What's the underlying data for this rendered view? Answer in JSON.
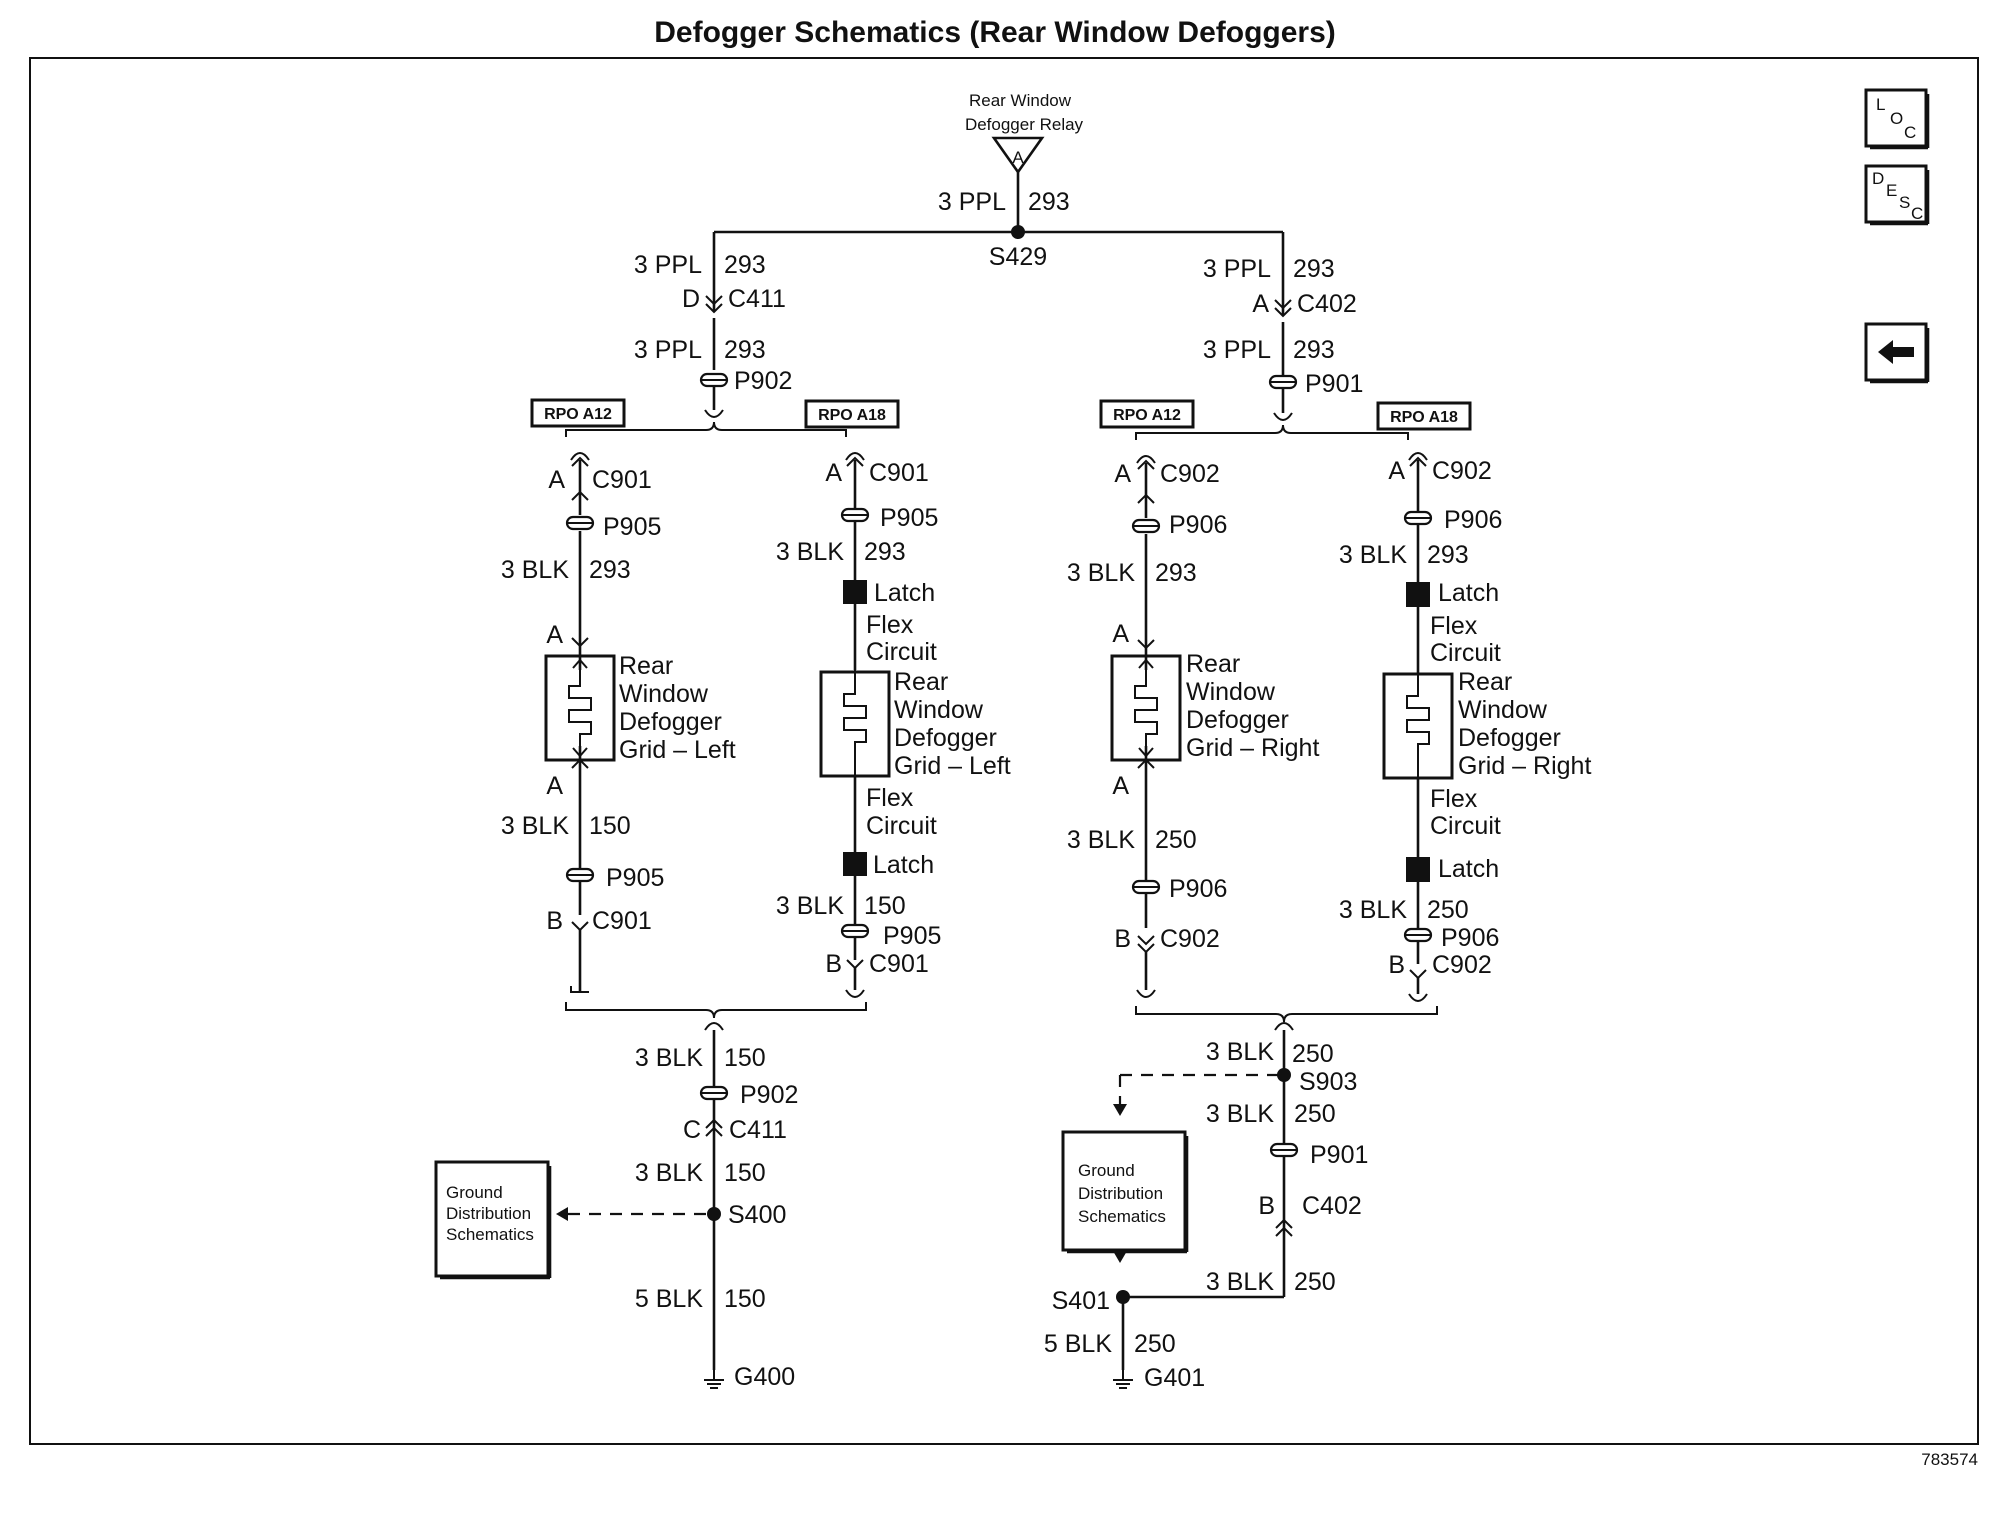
{
  "title": "Defogger Schematics (Rear Window Defoggers)",
  "figure_id": "783574",
  "nav": {
    "loc": [
      "L",
      "O",
      "C"
    ],
    "desc": [
      "D",
      "E",
      "S",
      "C"
    ]
  },
  "relay": {
    "line1": "Rear Window",
    "line2": "Defogger Relay",
    "pin": "A"
  },
  "wire_top": {
    "gauge": "3 PPL",
    "circuit": "293",
    "splice": "S429"
  },
  "left": {
    "w1": {
      "gauge": "3 PPL",
      "circuit": "293"
    },
    "c411_top": {
      "pin": "D",
      "conn": "C411"
    },
    "w2": {
      "gauge": "3 PPL",
      "circuit": "293"
    },
    "p902_top": "P902",
    "rpo_a": "RPO A12",
    "rpo_b": "RPO A18",
    "a": {
      "c_top": {
        "pin": "A",
        "conn": "C901"
      },
      "p_top": "P905",
      "w_top": {
        "gauge": "3 BLK",
        "circuit": "293"
      },
      "grid_pin_top": "A",
      "grid": [
        "Rear",
        "Window",
        "Defogger",
        "Grid – Left"
      ],
      "grid_pin_bot": "A",
      "w_bot": {
        "gauge": "3 BLK",
        "circuit": "150"
      },
      "p_bot": "P905",
      "c_bot": {
        "pin": "B",
        "conn": "C901"
      }
    },
    "b": {
      "c_top": {
        "pin": "A",
        "conn": "C901"
      },
      "p_top": "P905",
      "w_top": {
        "gauge": "3 BLK",
        "circuit": "293"
      },
      "latch_top": "Latch",
      "flex_top": [
        "Flex",
        "Circuit"
      ],
      "grid": [
        "Rear",
        "Window",
        "Defogger",
        "Grid – Left"
      ],
      "flex_bot": [
        "Flex",
        "Circuit"
      ],
      "latch_bot": "Latch",
      "w_bot": {
        "gauge": "3 BLK",
        "circuit": "150"
      },
      "p_bot": "P905",
      "c_bot": {
        "pin": "B",
        "conn": "C901"
      }
    },
    "w3": {
      "gauge": "3 BLK",
      "circuit": "150"
    },
    "p902_bot": "P902",
    "c411_bot": {
      "pin": "C",
      "conn": "C411"
    },
    "w4": {
      "gauge": "3 BLK",
      "circuit": "150"
    },
    "splice": "S400",
    "gd_box": [
      "Ground",
      "Distribution",
      "Schematics"
    ],
    "w5": {
      "gauge": "5 BLK",
      "circuit": "150"
    },
    "ground": "G400"
  },
  "right": {
    "w1": {
      "gauge": "3 PPL",
      "circuit": "293"
    },
    "c402_top": {
      "pin": "A",
      "conn": "C402"
    },
    "w2": {
      "gauge": "3 PPL",
      "circuit": "293"
    },
    "p901_top": "P901",
    "rpo_a": "RPO A12",
    "rpo_b": "RPO A18",
    "a": {
      "c_top": {
        "pin": "A",
        "conn": "C902"
      },
      "p_top": "P906",
      "w_top": {
        "gauge": "3 BLK",
        "circuit": "293"
      },
      "grid_pin_top": "A",
      "grid": [
        "Rear",
        "Window",
        "Defogger",
        "Grid – Right"
      ],
      "grid_pin_bot": "A",
      "w_bot": {
        "gauge": "3 BLK",
        "circuit": "250"
      },
      "p_bot": "P906",
      "c_bot": {
        "pin": "B",
        "conn": "C902"
      }
    },
    "b": {
      "c_top": {
        "pin": "A",
        "conn": "C902"
      },
      "p_top": "P906",
      "w_top": {
        "gauge": "3 BLK",
        "circuit": "293"
      },
      "latch_top": "Latch",
      "flex_top": [
        "Flex",
        "Circuit"
      ],
      "grid": [
        "Rear",
        "Window",
        "Defogger",
        "Grid – Right"
      ],
      "flex_bot": [
        "Flex",
        "Circuit"
      ],
      "latch_bot": "Latch",
      "w_bot": {
        "gauge": "3 BLK",
        "circuit": "250"
      },
      "p_bot": "P906",
      "c_bot": {
        "pin": "B",
        "conn": "C902"
      }
    },
    "w3": {
      "gauge": "3 BLK",
      "circuit": "250"
    },
    "splice_a": "S903",
    "w4": {
      "gauge": "3 BLK",
      "circuit": "250"
    },
    "p901_bot": "P901",
    "c402_bot": {
      "pin": "B",
      "conn": "C402"
    },
    "w5": {
      "gauge": "3 BLK",
      "circuit": "250"
    },
    "gd_box": [
      "Ground",
      "Distribution",
      "Schematics"
    ],
    "splice_b": "S401",
    "w6": {
      "gauge": "5 BLK",
      "circuit": "250"
    },
    "ground": "G401"
  }
}
